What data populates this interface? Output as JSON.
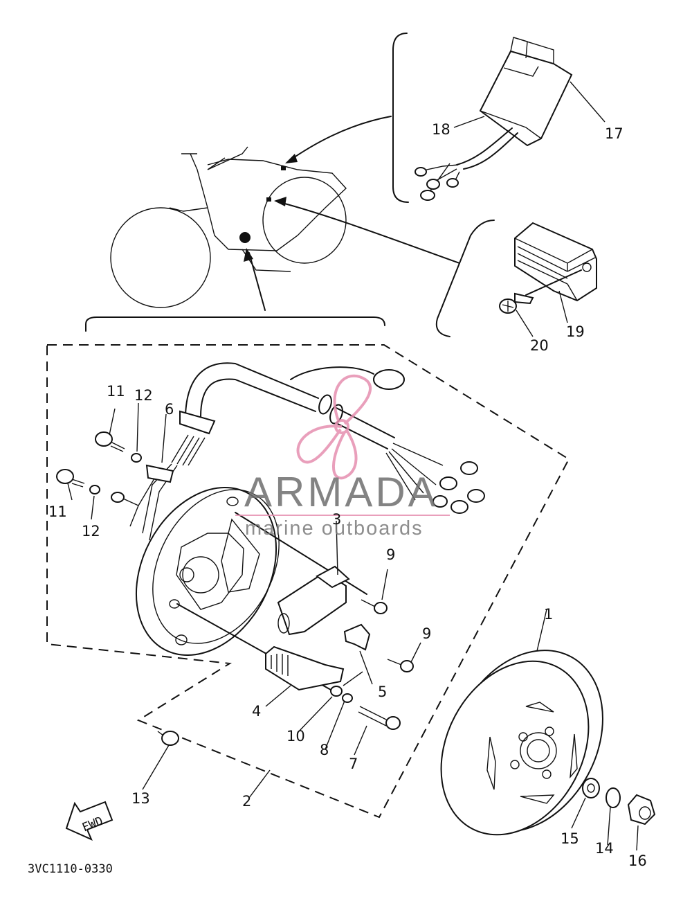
{
  "diagram_code": "3VC1110-0330",
  "direction_label": "FWD",
  "watermark": {
    "title": "ARMADA",
    "subtitle": "marine outboards",
    "logo_color": "#e68fb0",
    "text_color": "#6e6e6e"
  },
  "callouts": {
    "c1": "1",
    "c2": "2",
    "c3": "3",
    "c4": "4",
    "c5": "5",
    "c6": "6",
    "c7": "7",
    "c8": "8",
    "c9a": "9",
    "c9b": "9",
    "c10": "10",
    "c11a": "11",
    "c11b": "11",
    "c12a": "12",
    "c12b": "12",
    "c13": "13",
    "c14": "14",
    "c15": "15",
    "c16": "16",
    "c17": "17",
    "c18": "18",
    "c19": "19",
    "c20": "20"
  }
}
